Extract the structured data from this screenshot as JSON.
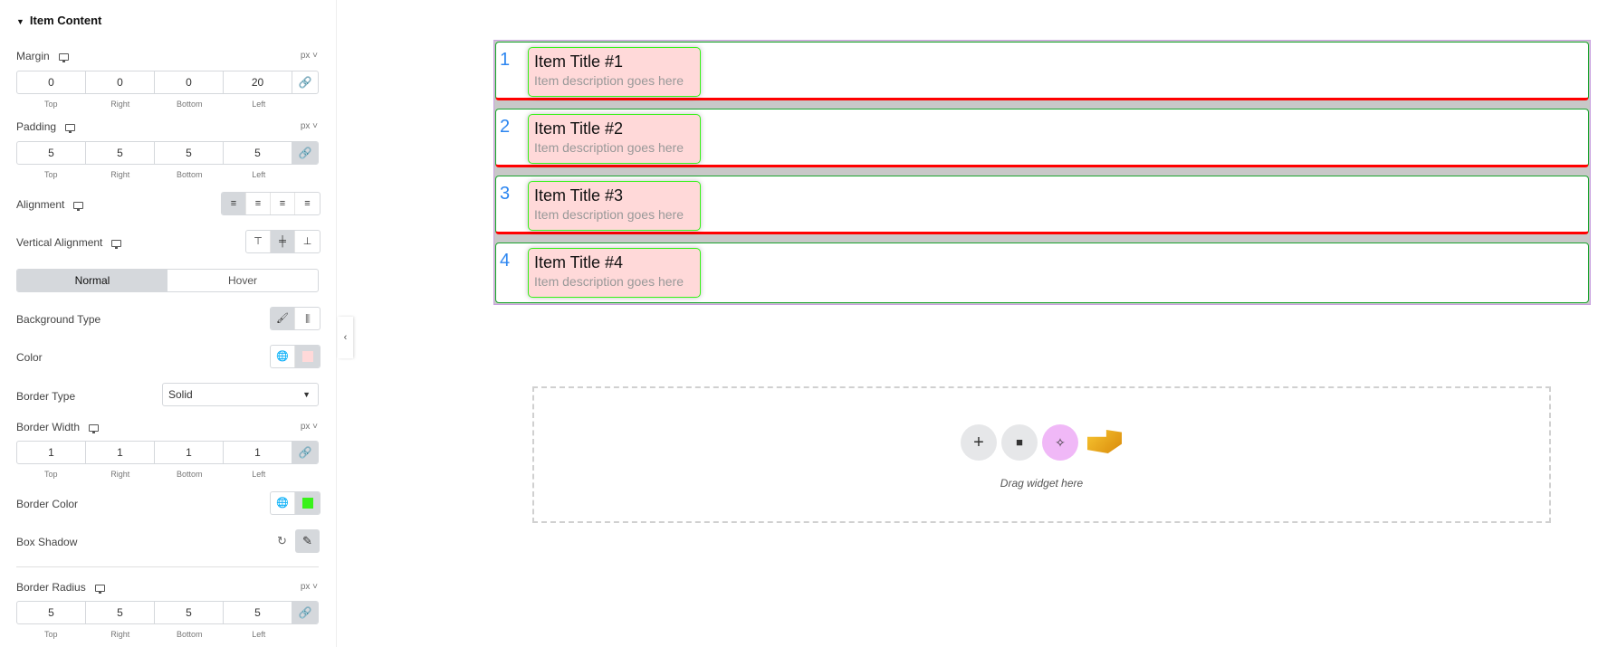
{
  "panel": {
    "section_title": "Item Content",
    "margin": {
      "label": "Margin",
      "unit": "px",
      "values": [
        "0",
        "0",
        "0",
        "20"
      ]
    },
    "padding": {
      "label": "Padding",
      "unit": "px",
      "values": [
        "5",
        "5",
        "5",
        "5"
      ]
    },
    "sides": [
      "Top",
      "Right",
      "Bottom",
      "Left"
    ],
    "alignment": {
      "label": "Alignment"
    },
    "vertical_alignment": {
      "label": "Vertical Alignment"
    },
    "state_tabs": {
      "normal": "Normal",
      "hover": "Hover"
    },
    "background_type": {
      "label": "Background Type"
    },
    "color": {
      "label": "Color",
      "value": "#ffd9d9"
    },
    "border_type": {
      "label": "Border Type",
      "value": "Solid"
    },
    "border_width": {
      "label": "Border Width",
      "unit": "px",
      "values": [
        "1",
        "1",
        "1",
        "1"
      ]
    },
    "border_color": {
      "label": "Border Color",
      "value": "#38f21a"
    },
    "box_shadow": {
      "label": "Box Shadow"
    },
    "border_radius": {
      "label": "Border Radius",
      "unit": "px",
      "values": [
        "5",
        "5",
        "5",
        "5"
      ]
    }
  },
  "items": [
    {
      "num": "1",
      "title": "Item Title #1",
      "desc": "Item description goes here"
    },
    {
      "num": "2",
      "title": "Item Title #2",
      "desc": "Item description goes here"
    },
    {
      "num": "3",
      "title": "Item Title #3",
      "desc": "Item description goes here"
    },
    {
      "num": "4",
      "title": "Item Title #4",
      "desc": "Item description goes here"
    }
  ],
  "dropzone": {
    "text": "Drag widget here"
  }
}
